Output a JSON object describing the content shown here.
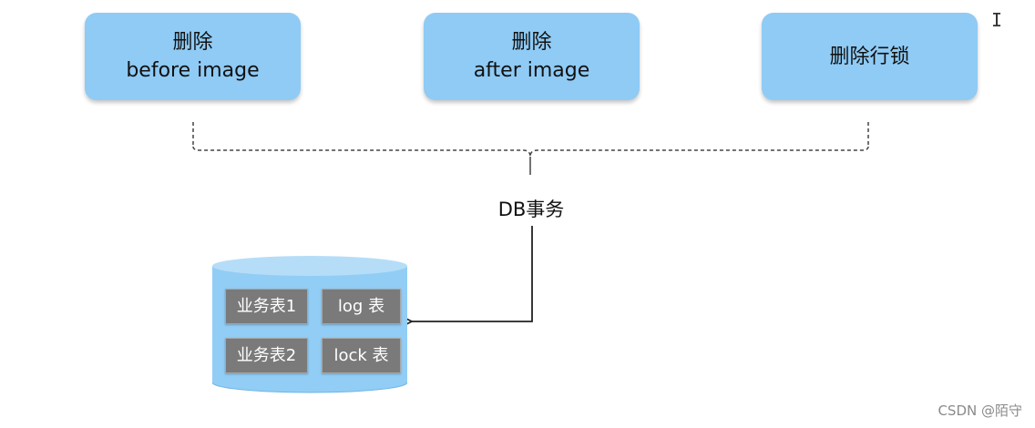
{
  "steps": [
    {
      "line1": "删除",
      "line2": "before image"
    },
    {
      "line1": "删除",
      "line2": "after image"
    },
    {
      "line1": "删除行锁",
      "line2": ""
    }
  ],
  "transaction_label": "DB事务",
  "database": {
    "tables": [
      "业务表1",
      "log 表",
      "业务表2",
      "lock 表"
    ]
  },
  "watermark": "CSDN @陌守",
  "colors": {
    "box_fill": "#8fcbf5",
    "db_fill": "#92cdf5",
    "chip_fill": "#7a7a7a"
  }
}
